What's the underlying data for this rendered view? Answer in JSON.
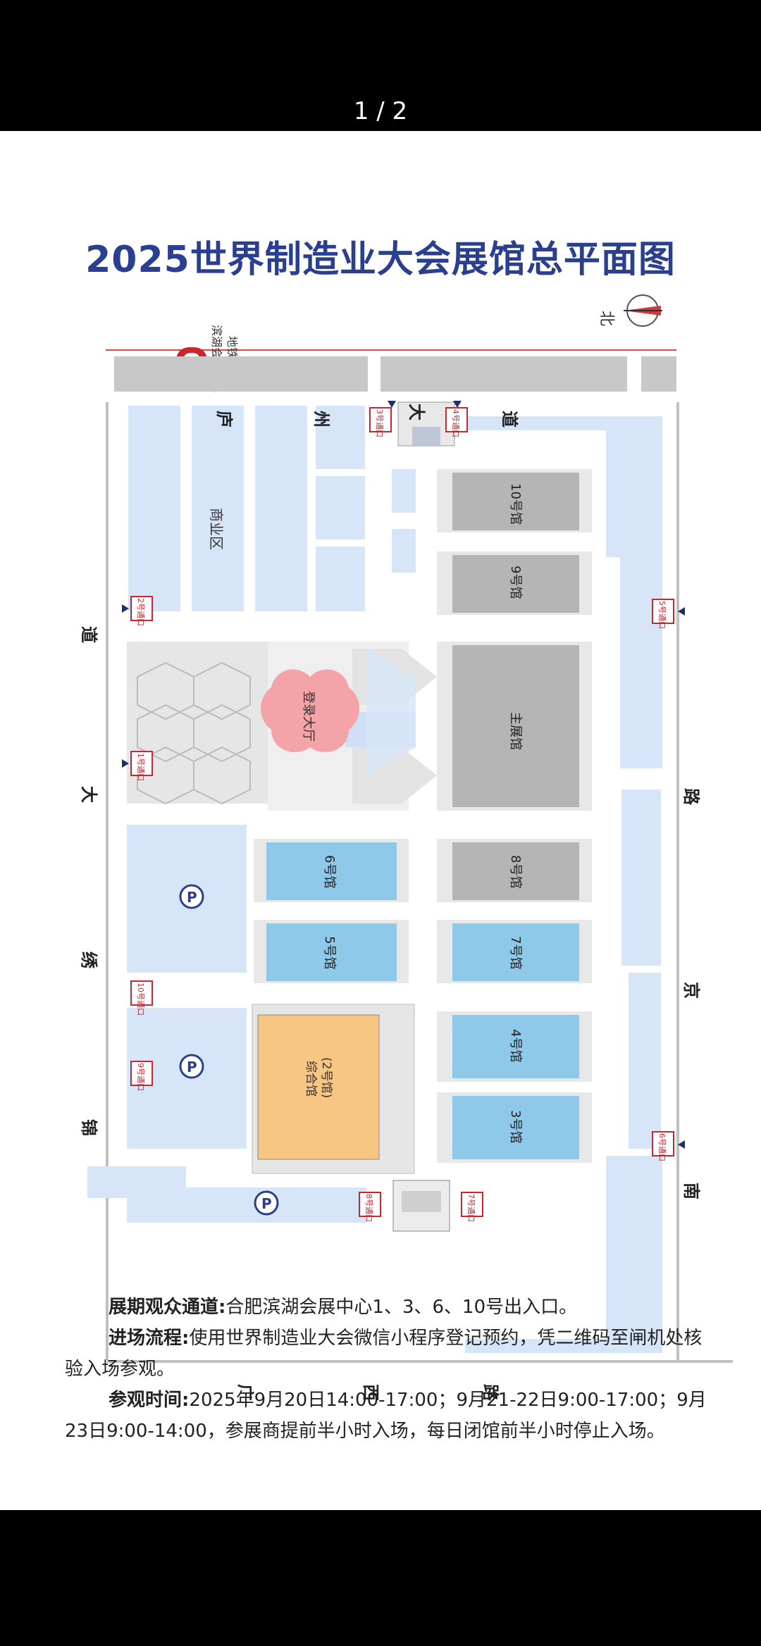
{
  "viewer": {
    "pager": "1 / 2"
  },
  "document": {
    "title": "2025世界制造业大会展馆总平面图"
  },
  "map": {
    "compass": {
      "north_label": "北"
    },
    "metro": {
      "line1": "滨湖会展中心",
      "line2": "地铁站"
    },
    "roads": {
      "top": [
        "庐",
        "州",
        "大",
        "道"
      ],
      "left": [
        "锦",
        "绣",
        "大",
        "道"
      ],
      "right": [
        "南",
        "京",
        "路"
      ],
      "bottom": [
        "广",
        "西",
        "路"
      ]
    },
    "gates": [
      {
        "id": "g1",
        "label": "1号通口"
      },
      {
        "id": "g2",
        "label": "2号通口"
      },
      {
        "id": "g3",
        "label": "3号通口"
      },
      {
        "id": "g4",
        "label": "4号通口"
      },
      {
        "id": "g5",
        "label": "5号通口"
      },
      {
        "id": "g6",
        "label": "6号通口"
      },
      {
        "id": "g7",
        "label": "7号通口"
      },
      {
        "id": "g8",
        "label": "8号通口"
      },
      {
        "id": "g9",
        "label": "9号通口"
      },
      {
        "id": "g10",
        "label": "10号通口"
      }
    ],
    "areas": {
      "commercial": "商业区",
      "registration": "登录大厅",
      "hall10": "10号馆",
      "hall9": "9号馆",
      "main": "主展馆",
      "hall8": "8号馆",
      "hall7": "7号馆",
      "hall6": "6号馆",
      "hall5": "5号馆",
      "hall4": "4号馆",
      "hall3": "3号馆",
      "hall2_line1": "综合馆",
      "hall2_line2": "(2号馆)",
      "parking": "P"
    },
    "colors": {
      "exhibiting_hall": "#8ec9ea",
      "inactive_hall": "#b5b5b5",
      "registration": "#f4a3a8",
      "hall2": "#f8c683",
      "zone": "#d6e6f8"
    }
  },
  "info": {
    "passage_label": "展期观众通道:",
    "passage_text": "合肥滨湖会展中心1、3、6、10号出入口。",
    "process_label": "进场流程:",
    "process_text": "使用世界制造业大会微信小程序登记预约，凭二维码至闸机处核验入场参观。",
    "hours_label": "参观时间:",
    "hours_text": "2025年9月20日14:00-17:00；9月21-22日9:00-17:00；9月23日9:00-14:00，参展商提前半小时入场，每日闭馆前半小时停止入场。"
  }
}
